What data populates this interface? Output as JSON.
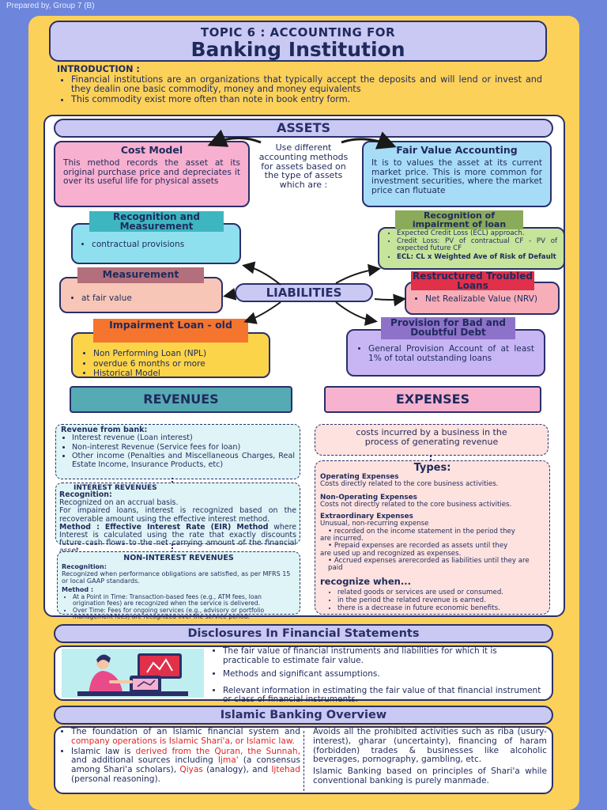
{
  "prepared_by": "Prepared by, Group 7 (B)",
  "title": {
    "line1": "TOPIC 6 : ACCOUNTING FOR",
    "line2": "Banking Institution"
  },
  "intro": {
    "heading": "INTRODUCTION :",
    "bullets": [
      "Financial institutions are an organizations that typically accept the deposits and will lend or invest and they dealin one basic commodity, money and money equivalents",
      "This commodity exist more often than note in book entry form."
    ]
  },
  "assets": {
    "heading": "ASSETS",
    "center_text": "Use different accounting methods for assets based on the type of assets which are :",
    "cost_model": {
      "title": "Cost Model",
      "text": "This method records the asset at its original purchase price and depreciates it over its useful life for physical assets"
    },
    "fair_value": {
      "title": "Fair Value Accounting",
      "text": "It is to values the asset at its current market price. This is more common for investment securities, where the market price can flutuate"
    },
    "recognition": {
      "title": "Recognition and Measurement",
      "bullet": "contractual provisions"
    },
    "impairment_recognition": {
      "title": "Recognition of impairment of loan",
      "bullets": [
        "Expected Credit Loss (ECL) approach.",
        "Credit Loss: PV of contractual CF - PV of expected future CF",
        "ECL: CL x Weighted Ave of Risk of Default"
      ]
    },
    "measurement": {
      "title": "Measurement",
      "bullet": "at fair value"
    },
    "liabilities": "LIABILITIES",
    "restructured": {
      "title": "Restructured Troubled Loans",
      "bullet": "Net Realizable Value (NRV)"
    },
    "impairment_old": {
      "title": "Impairment Loan - old",
      "bullets": [
        "Non Performing Loan (NPL)",
        "overdue 6 months or more",
        "Historical Model"
      ]
    },
    "provision": {
      "title": "Provision for Bad and Doubtful Debt",
      "bullet": "General Provision Account of at least 1% of total outstanding loans"
    }
  },
  "revenues": {
    "heading": "REVENUES",
    "from_bank": {
      "title": "Revenue from bank:",
      "bullets": [
        "Interest revenue (Loan interest)",
        "Non-interest Revenue (Service fees for loan)",
        "Other income (Penalties and Miscellaneous Charges, Real Estate Income, Insurance Products, etc)"
      ]
    },
    "interest": {
      "title": "INTEREST REVENUES",
      "recognition_label": "Recognition:",
      "lines": [
        "Recognized on an accrual basis.",
        "For impaired loans, interest is recognized based on the recoverable amount using the effective interest method."
      ],
      "method_label": "Method : Effective Interest Rate (EIR) Method",
      "method_text": "where Interest is calculated using the rate that exactly discounts future cash flows to the net carrying amount of the financial asset."
    },
    "non_interest": {
      "title": "NON-INTEREST REVENUES",
      "recognition_label": "Recognition:",
      "recognition_text": "Recognized when performance obligations are satisfied, as per MFRS 15 or local GAAP standards.",
      "method_label": "Method :",
      "bullets": [
        "At a Point in Time: Transaction-based fees (e.g., ATM fees, loan origination fees) are recognized when the service is delivered.",
        "Over Time: Fees for ongoing services (e.g., advisory or portfolio management fees) are recognized over the service period."
      ]
    }
  },
  "expenses": {
    "heading": "EXPENSES",
    "definition": "costs incurred by a business in the process of generating revenue",
    "types_title": "Types:",
    "operating": {
      "title": "Operating Expenses",
      "text": "Costs directly related to the core business activities."
    },
    "non_operating": {
      "title": "Non-Operating Expenses",
      "text": "Costs not directly related to the core business activities."
    },
    "extraordinary": {
      "title": "Extraordinary Expenses",
      "text": "Unusual, non-recurring expense",
      "b1": "recorded on the income statement in the period they",
      "t1": "are incurred.",
      "b2": "Prepaid expenses are recorded as assets until they",
      "t2": "are used up and recognized as expenses.",
      "b3": "Accrued expenses arerecorded as liabilities until they are paid"
    },
    "recognize_title": "recognize when...",
    "recognize_bullets": [
      "related goods or services are used or consumed.",
      "in the period the related revenue is earned.",
      "there is a decrease in future economic benefits."
    ]
  },
  "disclosures": {
    "heading": "Disclosures In Financial Statements",
    "bullets": [
      "The fair value of financial instruments and liabilities for which it is practicable to estimate fair value.",
      "Methods and significant assumptions.",
      "Relevant information in estimating the fair value of that financial instrument or class of financial instruments."
    ]
  },
  "islamic": {
    "heading": "Islamic Banking Overview",
    "left": {
      "p1a": "The foundation of an Islamic financial system and ",
      "p1b": "company operations is Islamic Shari'a, or Islamic law.",
      "p2a": "Islamic law is ",
      "p2b": "derived from the Quran, the Sunnah,",
      "p2c": " and additional sources including ",
      "p2d": "Ijma'",
      "p2e": " (a consensus among Shari'a scholars), ",
      "p2f": "Qiyas",
      "p2g": " (analogy), and ",
      "p2h": "Ijtehad",
      "p2i": " (personal reasoning)."
    },
    "right": [
      "Avoids all the prohibited activities such as riba (usury-interest), gharar (uncertainty), financing of haram (forbidden) trades & businesses like alcoholic beverages, pornography, gambling, etc.",
      "Islamic Banking based on principles of Shari'a while conventional banking is purely manmade."
    ]
  },
  "colors": {
    "background": "#6d86dc",
    "sheet": "#fcd15a",
    "navy": "#2a2f6a",
    "lavender": "#c9c9f3"
  }
}
